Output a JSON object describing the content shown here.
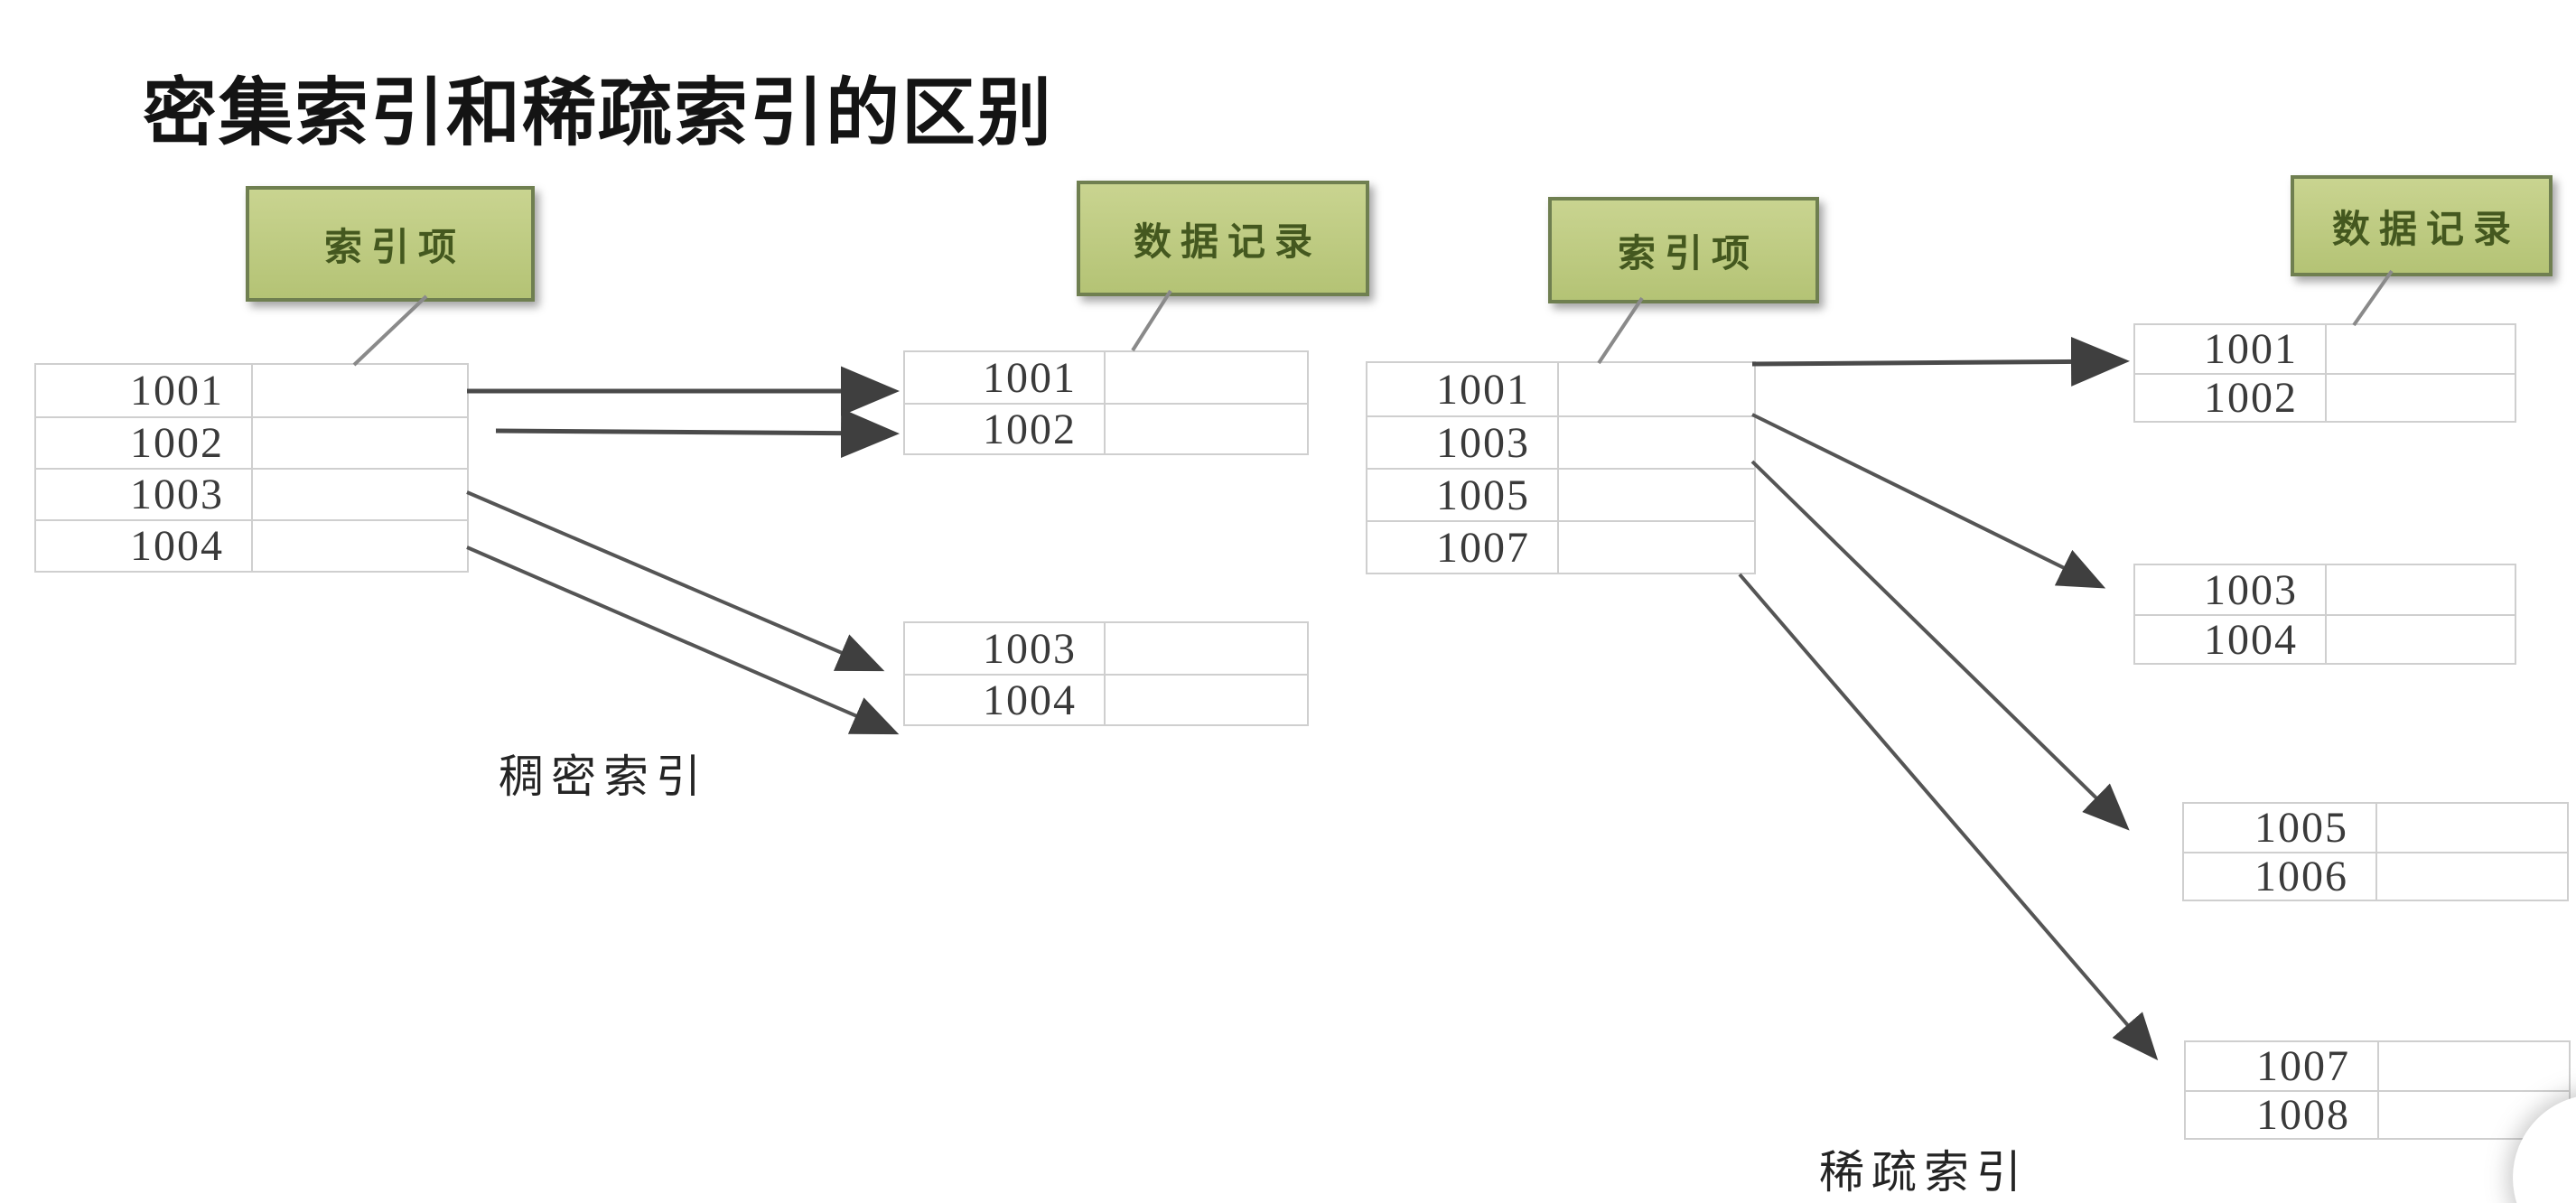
{
  "title": "密集索引和稀疏索引的区别",
  "dense": {
    "index_label": "索引项",
    "data_label": "数据记录",
    "caption": "稠密索引",
    "index_table": [
      "1001",
      "1002",
      "1003",
      "1004"
    ],
    "data_tables": [
      [
        "1001",
        "1002"
      ],
      [
        "1003",
        "1004"
      ]
    ]
  },
  "sparse": {
    "index_label": "索引项",
    "data_label": "数据记录",
    "caption": "稀疏索引",
    "index_table": [
      "1001",
      "1003",
      "1005",
      "1007"
    ],
    "data_tables": [
      [
        "1001",
        "1002"
      ],
      [
        "1003",
        "1004"
      ],
      [
        "1005",
        "1006"
      ],
      [
        "1007",
        "1008"
      ]
    ]
  },
  "colors": {
    "label_fill_top": "#c9d490",
    "label_fill_bottom": "#b4c375",
    "label_border": "#6f7f50",
    "label_text": "#44581f",
    "grid_line": "#cfcfcf",
    "arrow_color": "#4a4a4a",
    "number_color": "#3a3a3a"
  }
}
